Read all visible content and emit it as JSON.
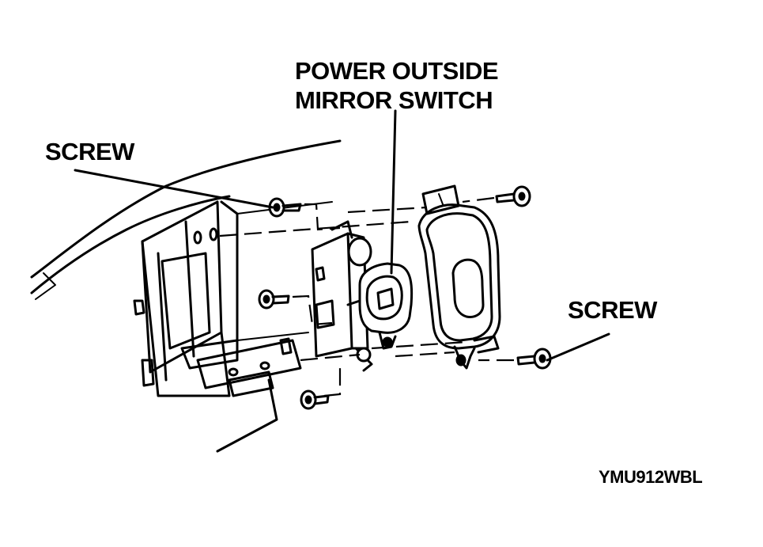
{
  "labels": {
    "mirror_switch_line1": "POWER OUTSIDE",
    "mirror_switch_line2": "MIRROR SWITCH",
    "screw_left": "SCREW",
    "screw_right": "SCREW",
    "figure_code": "YMU912WBL"
  },
  "colors": {
    "ink": "#000000",
    "background": "#ffffff"
  }
}
